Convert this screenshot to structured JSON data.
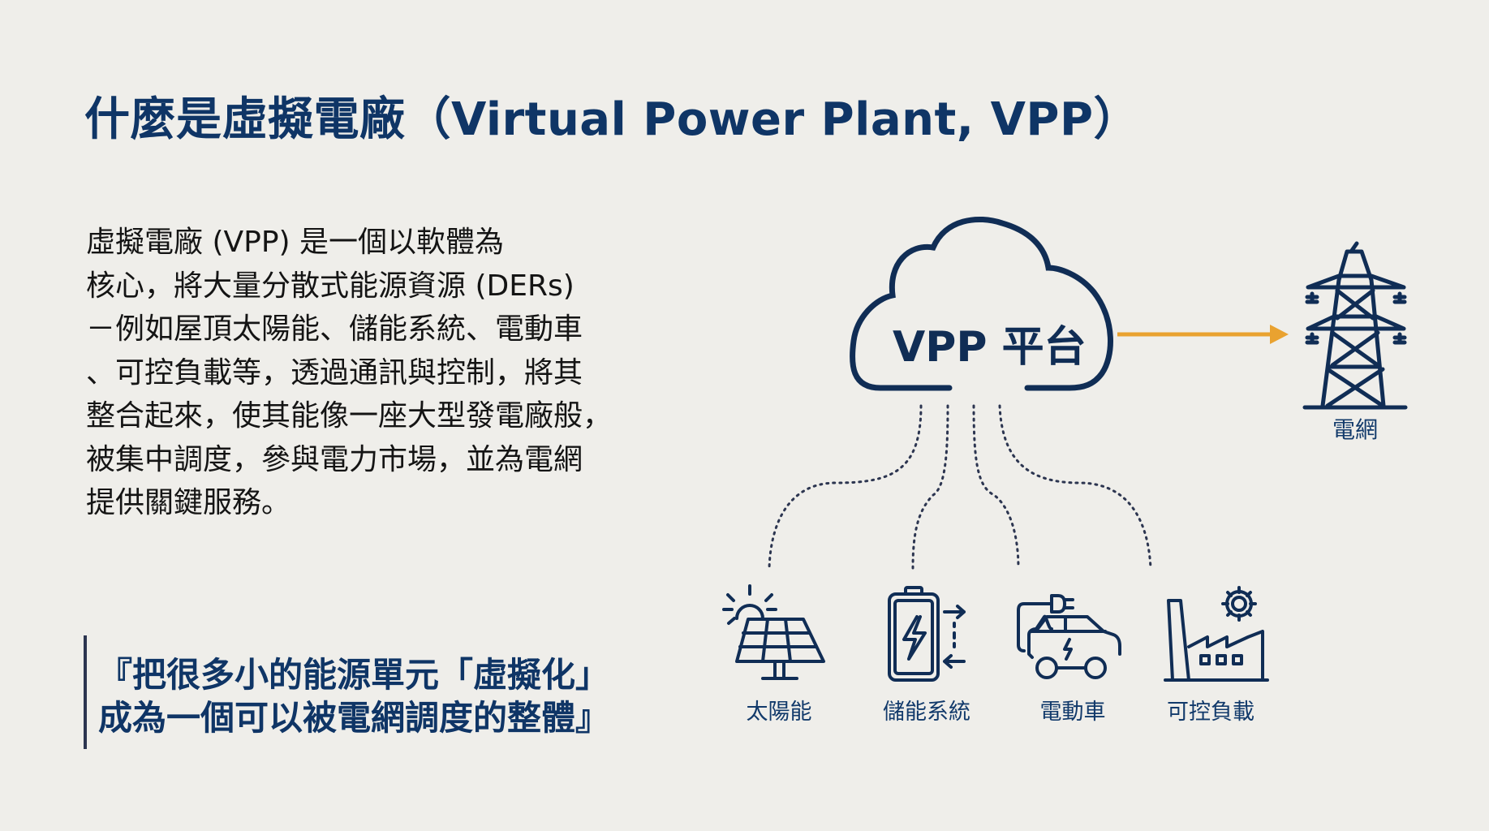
{
  "slide": {
    "title": "什麼是虛擬電廠（Virtual Power Plant, VPP）",
    "body_lines": [
      "虛擬電廠 (VPP) 是一個以軟體為",
      "核心，將大量分散式能源資源 (DERs)",
      "－例如屋頂太陽能、儲能系統、電動車",
      "、可控負載等，透過通訊與控制，將其",
      "整合起來，使其能像一座大型發電廠般，",
      "被集中調度，參與電力市場，並為電網",
      "提供關鍵服務。"
    ],
    "quote_lines": [
      "『把很多小的能源單元「虛擬化」",
      "成為一個可以被電網調度的整體』"
    ]
  },
  "diagram": {
    "platform_label": "VPP 平台",
    "grid_label": "電網",
    "resources": [
      {
        "label": "太陽能",
        "icon": "solar-panel-icon"
      },
      {
        "label": "儲能系統",
        "icon": "battery-storage-icon"
      },
      {
        "label": "電動車",
        "icon": "electric-car-icon"
      },
      {
        "label": "可控負載",
        "icon": "factory-load-icon"
      }
    ],
    "colors": {
      "navy": "#102d55",
      "arrow_orange": "#e9a230",
      "background": "#efeeea"
    }
  }
}
